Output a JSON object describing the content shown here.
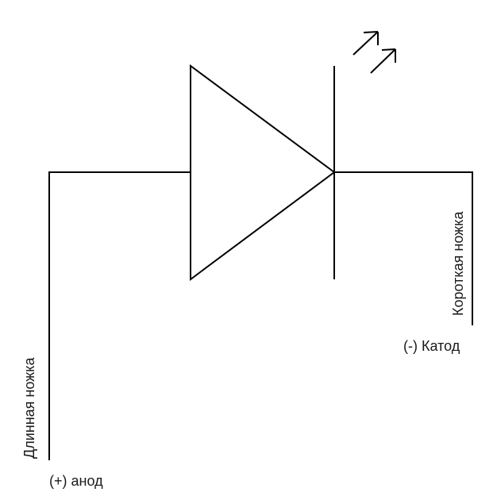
{
  "labels": {
    "long_leg": "Длинная ножка",
    "anode": "(+) анод",
    "short_leg": "Короткая ножка",
    "cathode": "(-) Катод"
  },
  "colors": {
    "stroke": "#000000",
    "text": "#1a1a1a",
    "background": "#ffffff"
  }
}
